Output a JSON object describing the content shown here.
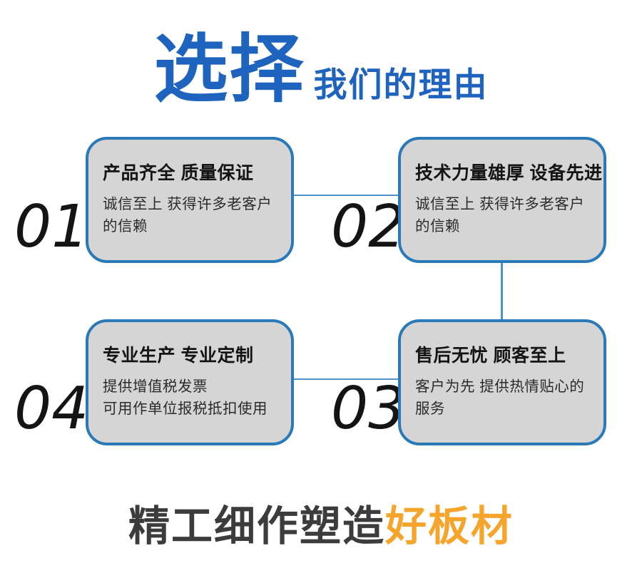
{
  "header": {
    "highlight": "选择",
    "rest": "我们的理由"
  },
  "cards": [
    {
      "number": "01",
      "title": "产品齐全 质量保证",
      "body": "诚信至上 获得许多老客户的信赖"
    },
    {
      "number": "02",
      "title": "技术力量雄厚 设备先进",
      "body": "诚信至上 获得许多老客户的信赖"
    },
    {
      "number": "03",
      "title": "售后无忧 顾客至上",
      "body": "客户为先 提供热情贴心的服务"
    },
    {
      "number": "04",
      "title": "专业生产 专业定制",
      "body": "提供增值税发票\n可用作单位报税抵扣使用"
    }
  ],
  "footer": {
    "dark": "精工细作塑造",
    "accent": "好板材"
  },
  "colors": {
    "title_blue": "#1E63BE",
    "card_border_blue": "#2B7AB8",
    "connector_blue": "#4E92C8",
    "card_fill_gray": "#D5D5D5",
    "accent_orange": "#F5A42C",
    "text_dark": "#141414"
  }
}
